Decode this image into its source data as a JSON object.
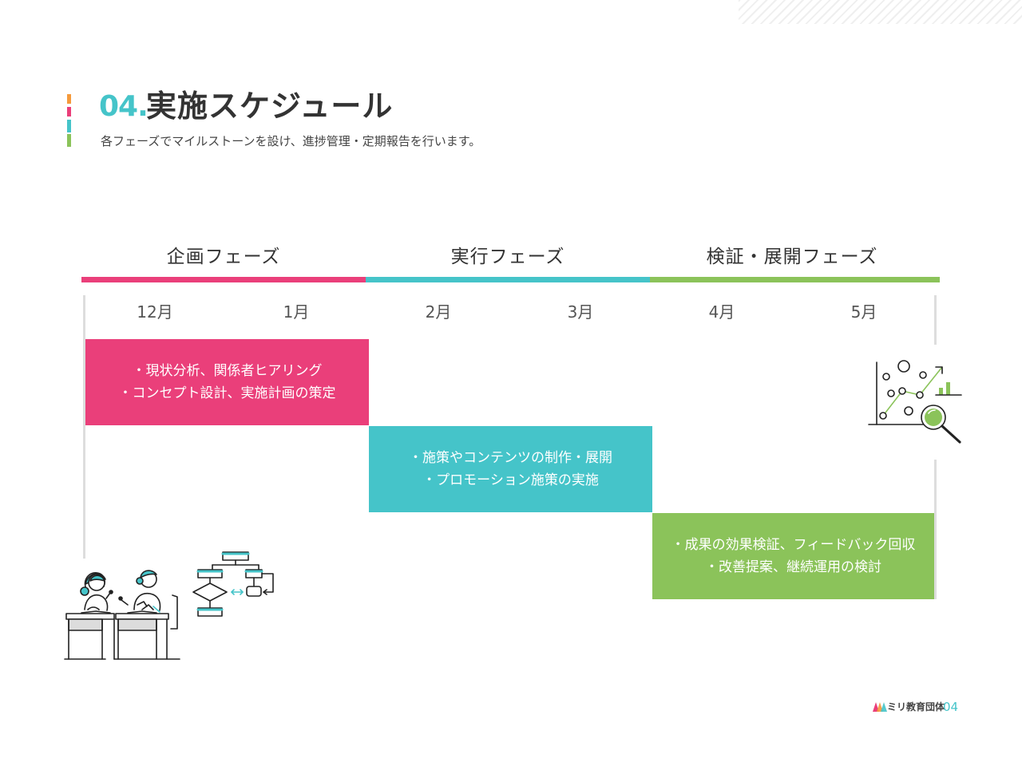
{
  "header": {
    "number": "04.",
    "title": "実施スケジュール",
    "subtitle": "各フェーズでマイルストーンを設け、進捗管理・定期報告を行います。"
  },
  "phases": [
    {
      "label": "企画フェーズ",
      "color": "#ea3f7a"
    },
    {
      "label": "実行フェーズ",
      "color": "#45c4c9"
    },
    {
      "label": "検証・展開フェーズ",
      "color": "#8bc35a"
    }
  ],
  "months": [
    "12月",
    "1月",
    "2月",
    "3月",
    "4月",
    "5月"
  ],
  "tasks": [
    {
      "lines": [
        "・現状分析、関係者ヒアリング",
        "・コンセプト設計、実施計画の策定"
      ],
      "color": "#ea3f7a"
    },
    {
      "lines": [
        "・施策やコンテンツの制作・展開",
        "・プロモーション施策の実施"
      ],
      "color": "#45c4c9"
    },
    {
      "lines": [
        "・成果の効果検証、フィードバック回収",
        "・改善提案、継続運用の検討"
      ],
      "color": "#8bc35a"
    }
  ],
  "illustrations": {
    "left": "students-planning-flowchart-illustration",
    "right": "data-analysis-magnifier-illustration"
  },
  "footer": {
    "organization": "ミリ教育団体",
    "page": "04"
  }
}
